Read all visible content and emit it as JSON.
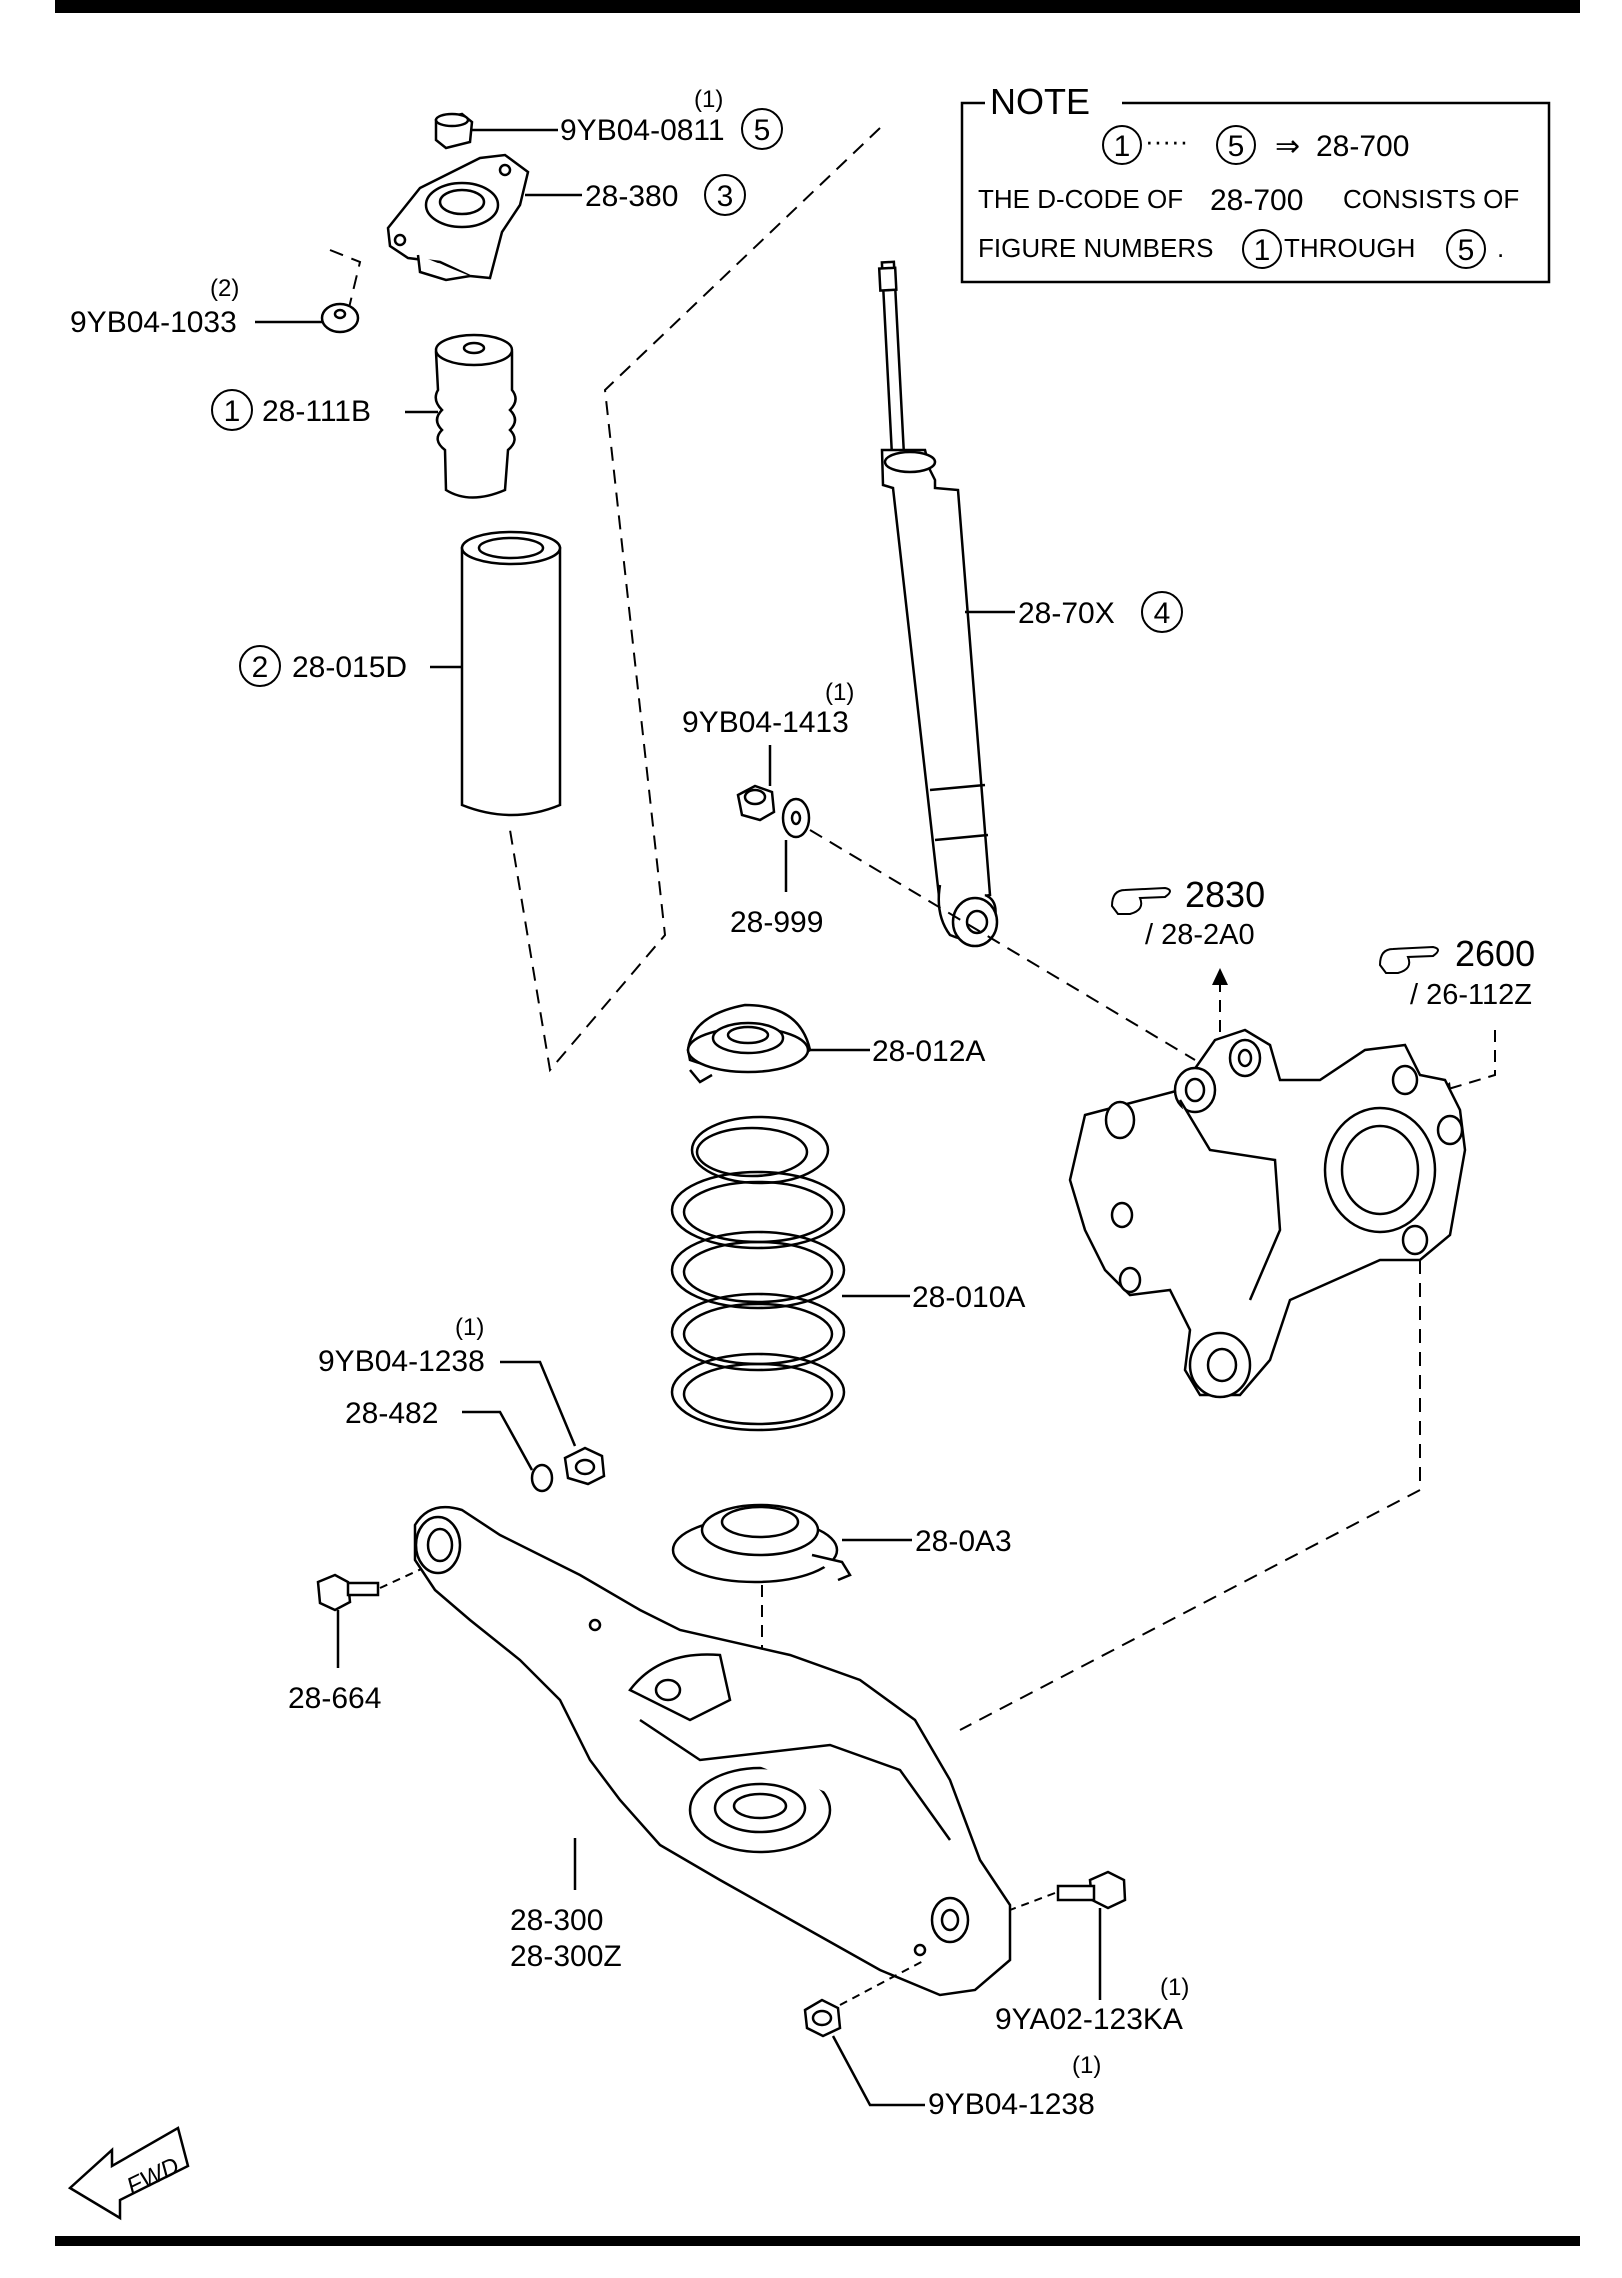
{
  "note": {
    "title": "NOTE",
    "range_start": "1",
    "range_sep": "·····",
    "range_end": "5",
    "arrow": "⇒",
    "target_code": "28-700",
    "line2_prefix": "THE D-CODE OF",
    "line2_code": "28-700",
    "line2_suffix": "CONSISTS OF",
    "line3_prefix": "FIGURE NUMBERS",
    "line3_start": "1",
    "line3_mid": "THROUGH",
    "line3_end": "5",
    "line3_dot": "."
  },
  "parts": {
    "nut_top": {
      "code": "9YB04-0811",
      "qty": "(1)",
      "fig": "5"
    },
    "mount_top": {
      "code": "28-380",
      "fig": "3"
    },
    "washer_top": {
      "code": "9YB04-1033",
      "qty": "(2)"
    },
    "bump_stop": {
      "code": "28-111B",
      "fig": "1"
    },
    "dust_boot": {
      "code": "28-015D",
      "fig": "2"
    },
    "shock": {
      "code": "28-70X",
      "fig": "4"
    },
    "nut_lower": {
      "code": "9YB04-1413",
      "qty": "(1)"
    },
    "washer_lower": {
      "code": "28-999"
    },
    "seat_upper": {
      "code": "28-012A"
    },
    "spring": {
      "code": "28-010A"
    },
    "nut_arm": {
      "code": "9YB04-1238",
      "qty": "(1)"
    },
    "washer_arm": {
      "code": "28-482"
    },
    "seat_lower": {
      "code": "28-0A3"
    },
    "bolt_arm": {
      "code": "28-664"
    },
    "lower_arm": {
      "code": "28-300",
      "code2": "28-300Z"
    },
    "bolt_knuckle": {
      "code": "9YA02-123KA",
      "qty": "(1)"
    },
    "nut_knuckle": {
      "code": "9YB04-1238",
      "qty": "(1)"
    }
  },
  "refs": {
    "ref1": {
      "main": "2830",
      "sub": "/ 28-2A0",
      "icon": "pointing-hand-icon"
    },
    "ref2": {
      "main": "2600",
      "sub": "/ 26-112Z",
      "icon": "pointing-hand-icon"
    }
  },
  "fwd": {
    "label": "FWD",
    "icon": "forward-arrow-icon"
  }
}
